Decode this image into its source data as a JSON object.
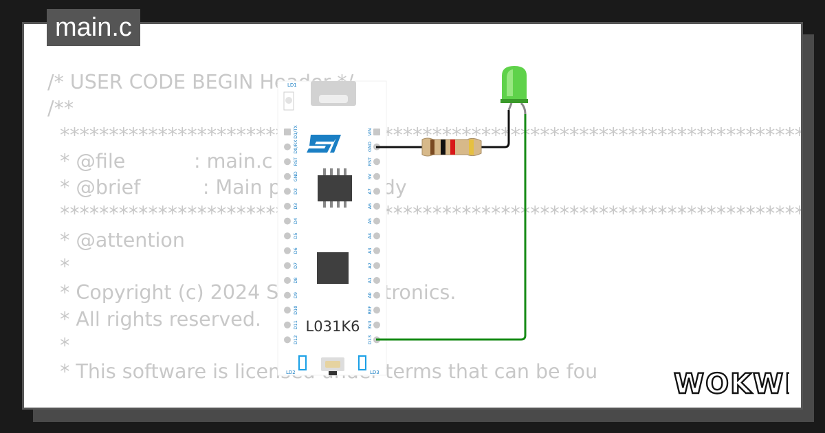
{
  "tab": {
    "filename": "main.c"
  },
  "code_lines": [
    "/* USER CODE BEGIN Header */",
    "/**",
    "  ******************************************************************************",
    "  * @file           : main.c",
    "  * @brief          : Main program body",
    "  ******************************************************************************",
    "  * @attention",
    "  *",
    "  * Copyright (c) 2024 STMicroelectronics.",
    "  * All rights reserved.",
    "  *",
    "  * This software is licensed under terms that can be fou"
  ],
  "board": {
    "model": "L031K6",
    "led_top": "LD1",
    "led_left": "LD2",
    "led_right": "LD3",
    "left_pins": [
      "D1/TX",
      "D0/RX",
      "RST",
      "GND",
      "D2",
      "D3",
      "D4",
      "D5",
      "D6",
      "D7",
      "D8",
      "D9",
      "D10",
      "D11",
      "D12"
    ],
    "right_pins": [
      "VIN",
      "GND",
      "RST",
      "5V",
      "A7",
      "A6",
      "A5",
      "A4",
      "A3",
      "A2",
      "A1",
      "A0",
      "REF",
      "3V3",
      "D13"
    ]
  },
  "colors": {
    "background": "#1a1a1a",
    "card": "#ffffff",
    "tab": "#555555",
    "code": "#c8c8c8",
    "wire_gnd": "#111111",
    "wire_signal": "#148a14",
    "led": "#5fd24a",
    "st_logo": "#1a7fc4",
    "resistor": "#d7b98a"
  },
  "logo": {
    "text": "WOKWI"
  }
}
